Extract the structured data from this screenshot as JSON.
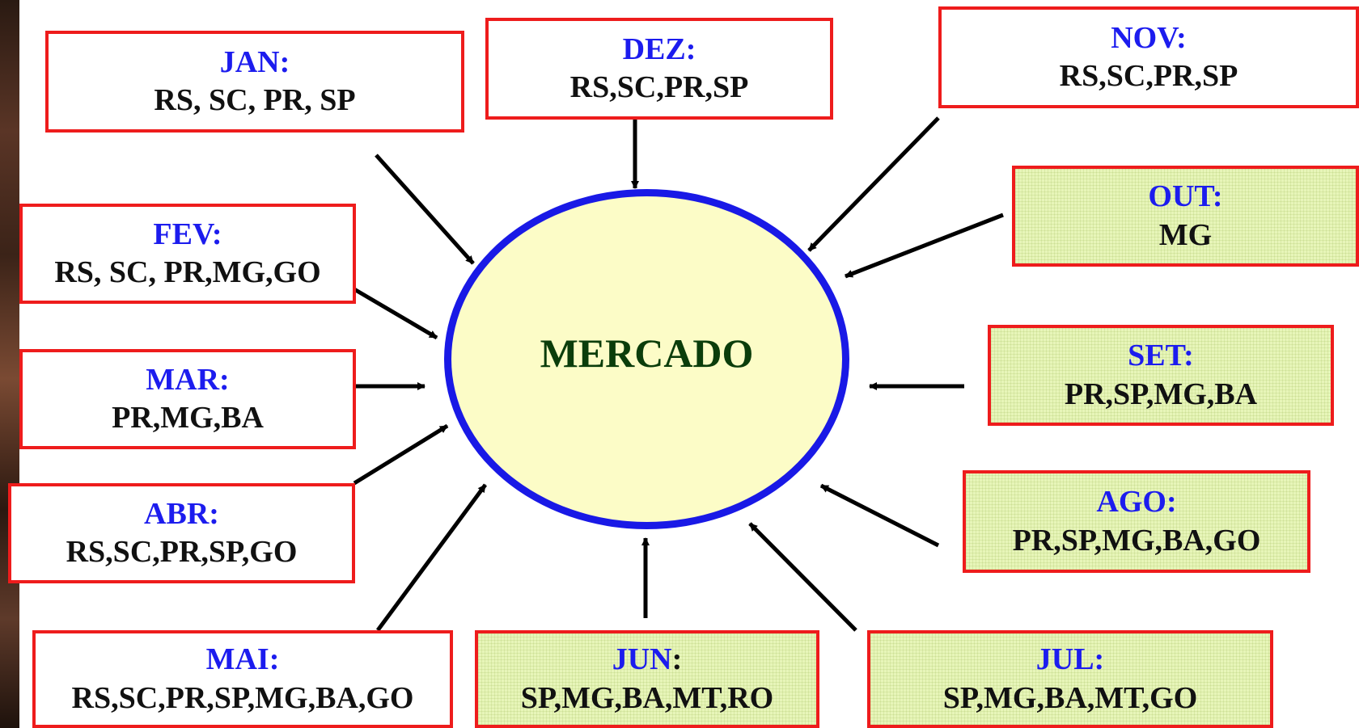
{
  "center": {
    "label": "MERCADO"
  },
  "months": [
    {
      "id": "jan",
      "month": "JAN:",
      "states": "RS, SC, PR, SP",
      "shaded": false
    },
    {
      "id": "fev",
      "month": "FEV:",
      "states": "RS, SC, PR,MG,GO",
      "shaded": false
    },
    {
      "id": "mar",
      "month": "MAR:",
      "states": "PR,MG,BA",
      "shaded": false
    },
    {
      "id": "abr",
      "month": "ABR:",
      "states": "RS,SC,PR,SP,GO",
      "shaded": false
    },
    {
      "id": "mai",
      "month": "MAI:",
      "states": "RS,SC,PR,SP,MG,BA,GO",
      "shaded": false
    },
    {
      "id": "jun",
      "month": "JUN",
      "month_suffix": ":",
      "states": "SP,MG,BA,MT,RO",
      "shaded": true
    },
    {
      "id": "jul",
      "month": "JUL:",
      "states": "SP,MG,BA,MT,GO",
      "shaded": true
    },
    {
      "id": "ago",
      "month": "AGO:",
      "states": "PR,SP,MG,BA,GO",
      "shaded": true
    },
    {
      "id": "set",
      "month": "SET:",
      "states": "PR,SP,MG,BA",
      "shaded": true
    },
    {
      "id": "out",
      "month": "OUT:",
      "states": "MG",
      "shaded": true
    },
    {
      "id": "nov",
      "month": "NOV:",
      "states": "RS,SC,PR,SP",
      "shaded": false
    },
    {
      "id": "dez",
      "month": "DEZ:",
      "states": "RS,SC,PR,SP",
      "shaded": false
    }
  ],
  "colors": {
    "box_border": "#ee1c1c",
    "month_text": "#1c1cee",
    "states_text": "#111111",
    "center_border": "#1919e6",
    "center_fill": "#fcfcc7",
    "center_text": "#0b3d0b",
    "shaded_fill": "#e7f5b9",
    "arrow": "#000000"
  }
}
